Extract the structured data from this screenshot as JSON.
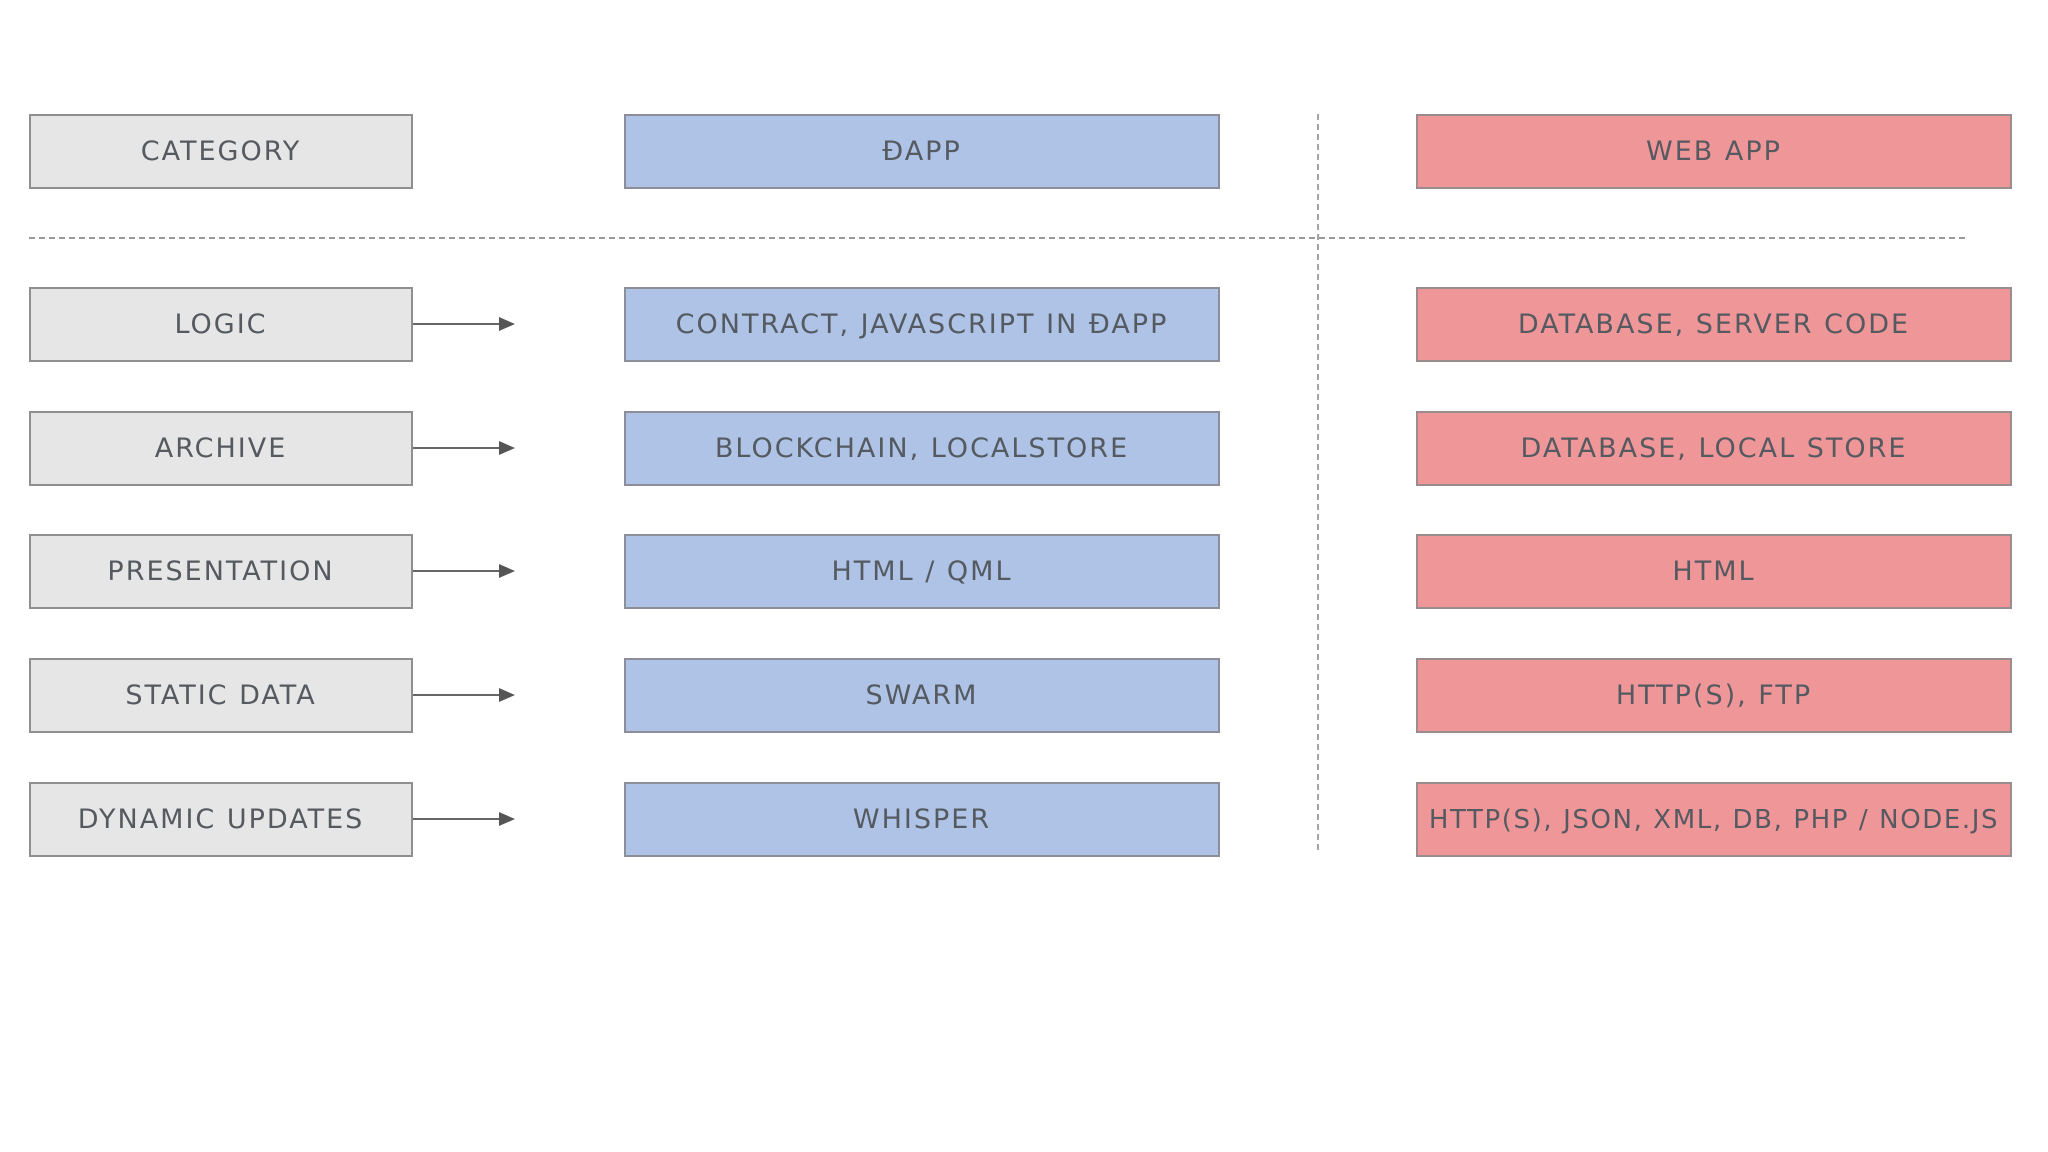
{
  "header": {
    "category": "CATEGORY",
    "dapp": "ĐAPP",
    "webapp": "WEB APP"
  },
  "rows": [
    {
      "category": "LOGIC",
      "dapp": "CONTRACT, JAVASCRIPT IN ĐAPP",
      "webapp": "DATABASE, SERVER CODE"
    },
    {
      "category": "ARCHIVE",
      "dapp": "BLOCKCHAIN, LOCALSTORE",
      "webapp": "DATABASE, LOCAL STORE"
    },
    {
      "category": "PRESENTATION",
      "dapp": "HTML / QML",
      "webapp": "HTML"
    },
    {
      "category": "STATIC DATA",
      "dapp": "SWARM",
      "webapp": "HTTP(S), FTP"
    },
    {
      "category": "DYNAMIC UPDATES",
      "dapp": "WHISPER",
      "webapp": "HTTP(S), JSON, XML, DB, PHP / NODE.JS"
    }
  ],
  "colors": {
    "category_fill": "#e6e6e6",
    "dapp_fill": "#aec3e6",
    "webapp_fill": "#ef9699",
    "text": "#555a60"
  }
}
